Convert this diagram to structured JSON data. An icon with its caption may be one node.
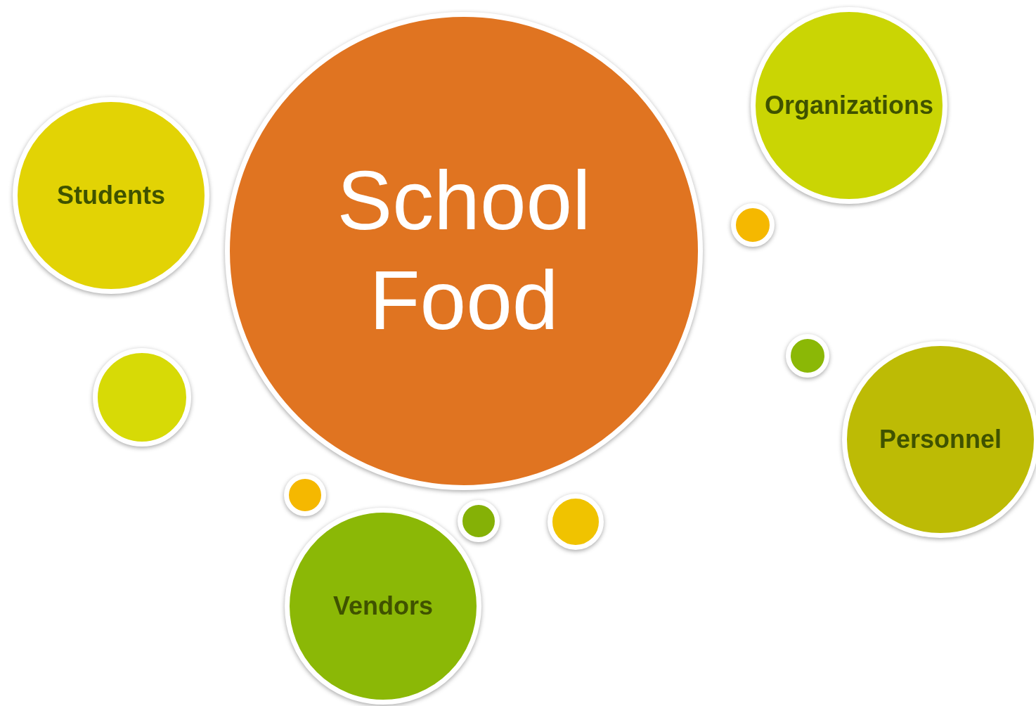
{
  "diagram": {
    "nodes": [
      {
        "text": [
          "School Food"
        ]
      },
      {
        "text": [
          "Students"
        ]
      },
      {
        "text": [
          "Organizations"
        ]
      },
      {
        "text": [
          "Personnel"
        ]
      },
      {
        "text": [
          "Vendors"
        ]
      },
      {
        "text": [],
        "shape": "circle"
      },
      {
        "text": [],
        "shape": "circle"
      },
      {
        "text": [],
        "shape": "circle"
      },
      {
        "text": [],
        "shape": "circle"
      },
      {
        "text": [],
        "shape": "circle"
      },
      {
        "text": [],
        "shape": "circle"
      }
    ]
  }
}
